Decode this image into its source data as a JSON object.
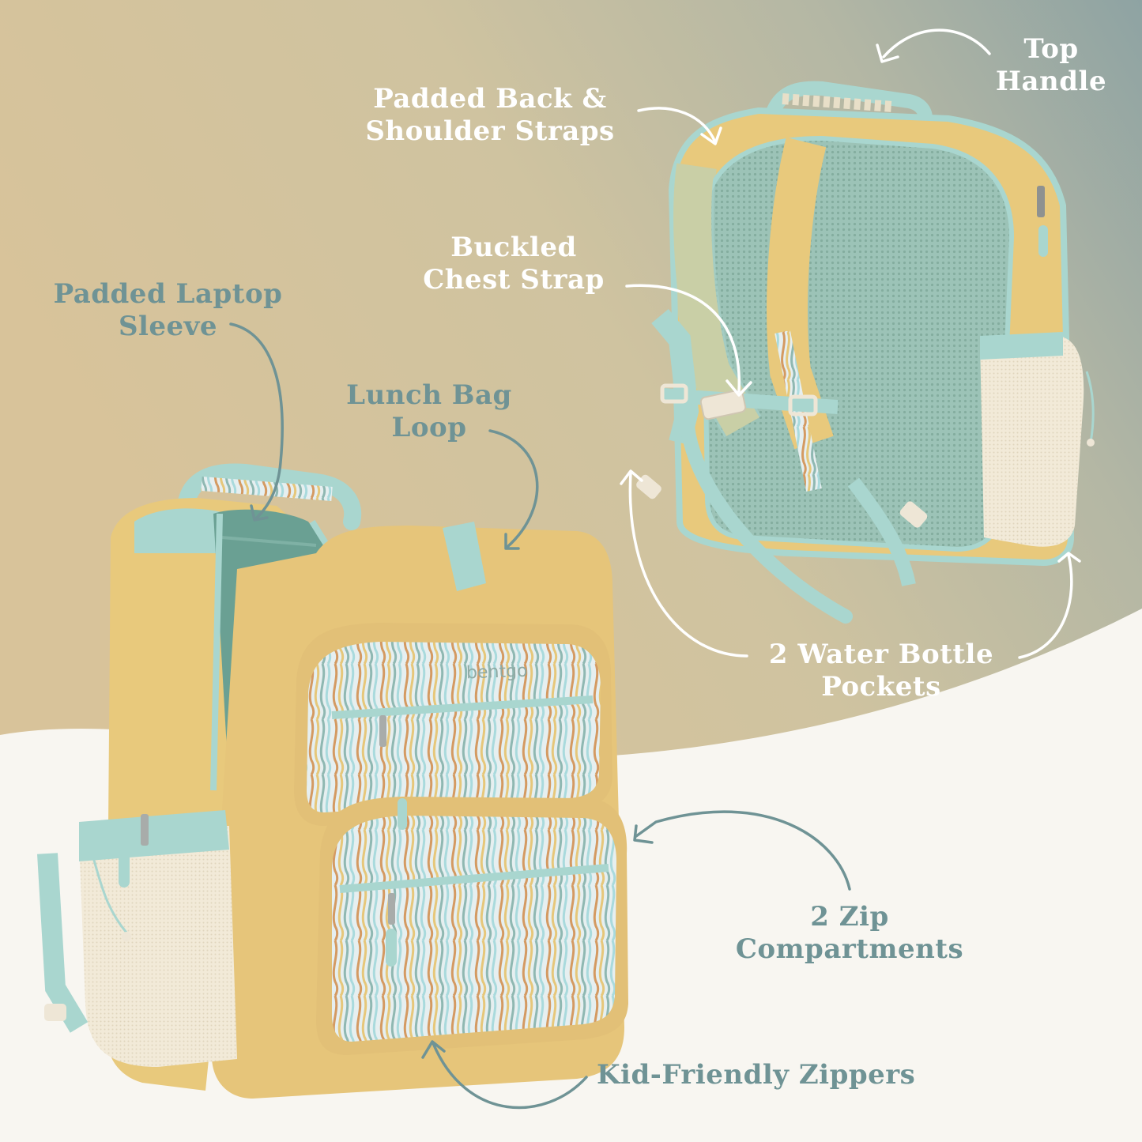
{
  "colors": {
    "bg_light": "#f8f6f1",
    "bg_gradient_left": "#d9c39b",
    "bg_gradient_mid": "#c8bf9f",
    "bg_gradient_right": "#8fa5a3",
    "label_white": "#ffffff",
    "label_teal": "#6f9395",
    "bag_yellow": "#e8c97c",
    "bag_mint": "#a9d6cf",
    "bag_mesh": "#8fb5aa",
    "bag_stripe_bg": "#e4eef0"
  },
  "brand": {
    "logo_text": "bentgo"
  },
  "callouts": {
    "top_handle": {
      "line1": "Top",
      "line2": "Handle"
    },
    "padded_back": {
      "line1": "Padded Back &",
      "line2": "Shoulder Straps"
    },
    "chest_strap": {
      "line1": "Buckled",
      "line2": "Chest Strap"
    },
    "laptop_sleeve": {
      "line1": "Padded Laptop",
      "line2": "Sleeve"
    },
    "lunch_loop": {
      "line1": "Lunch Bag",
      "line2": "Loop"
    },
    "water_bottle": {
      "line1": "2 Water Bottle",
      "line2": "Pockets"
    },
    "zip_compartments": {
      "line1": "2 Zip",
      "line2": "Compartments"
    },
    "kid_zippers": {
      "line1": "Kid-Friendly Zippers"
    }
  }
}
